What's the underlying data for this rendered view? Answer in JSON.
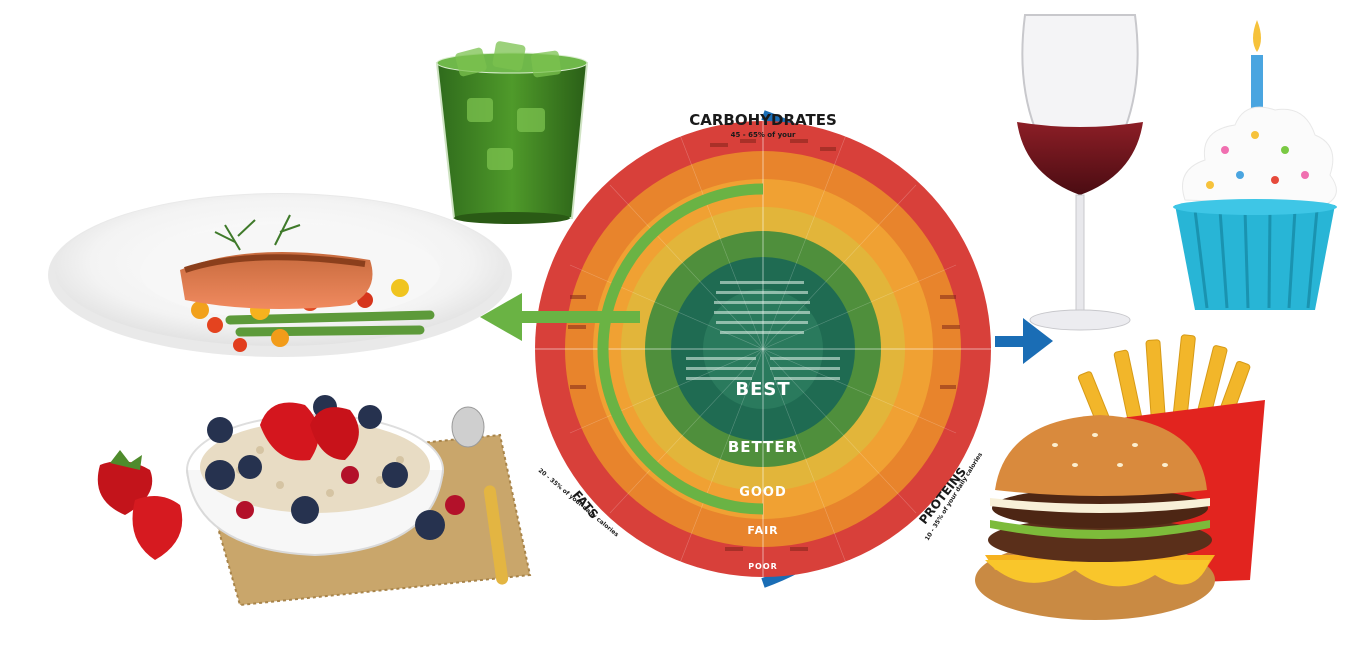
{
  "wheel": {
    "title_top": "CARBOHYDRATES",
    "title_top_sub": "45 - 65% of your",
    "title_left": "FATS",
    "title_left_sub": "20 - 35% of your daily calories",
    "title_right": "PROTEINS",
    "title_right_sub": "10 - 35% of your daily calories",
    "rings": {
      "best": "BEST",
      "better": "BETTER",
      "good": "GOOD",
      "fair": "FAIR",
      "poor": "POOR"
    },
    "colors": {
      "best": "#1f6b52",
      "better": "#3d8c4a",
      "good": "#e2b53a",
      "fair": "#e8842c",
      "poor": "#d8403a",
      "arrow_left": "#6ab344",
      "arrow_right": "#1a6db5"
    }
  },
  "images": {
    "green_drink": "green-juice-glass",
    "salmon_plate": "salmon-dish",
    "oatmeal_bowl": "oatmeal-berries-bowl",
    "red_wine": "red-wine-glass",
    "cupcake": "birthday-cupcake",
    "burger_fries": "burger-and-fries"
  }
}
